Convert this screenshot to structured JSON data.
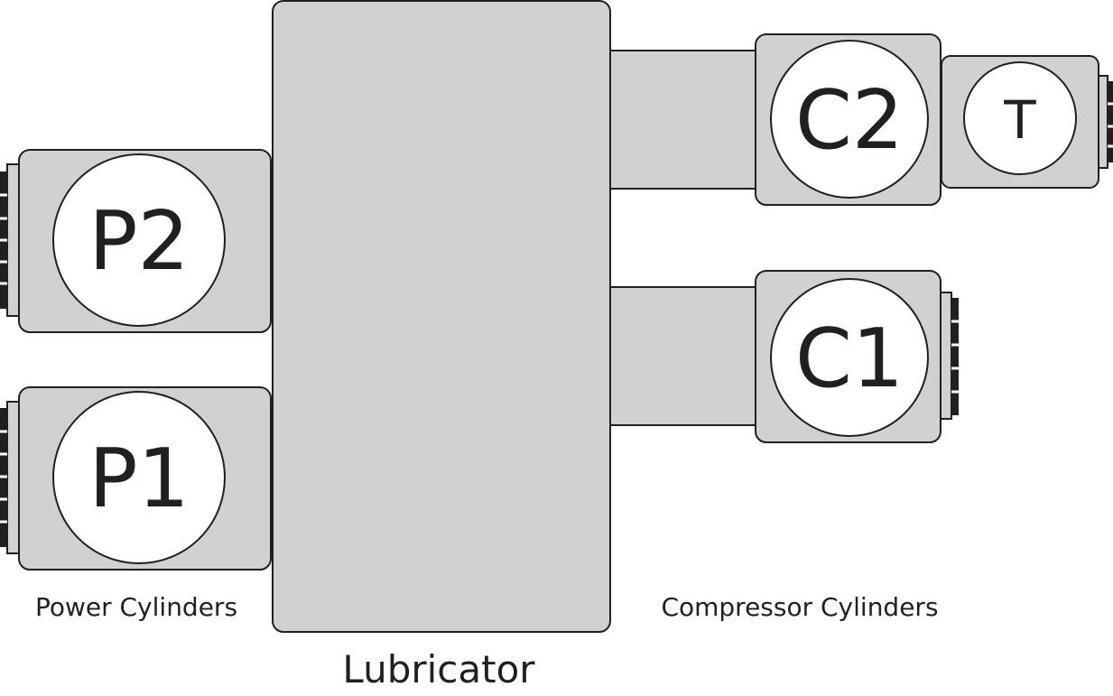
{
  "colors": {
    "body_fill": "#d1d1d1",
    "stroke": "#231f20",
    "circle_fill": "#ffffff",
    "text": "#231f20"
  },
  "labels": {
    "lubricator": "Lubricator",
    "power_group": "Power Cylinders",
    "compressor_group": "Compressor Cylinders"
  },
  "cylinders": [
    {
      "id": "p2",
      "label": "P2",
      "group": "power"
    },
    {
      "id": "p1",
      "label": "P1",
      "group": "power"
    },
    {
      "id": "c2",
      "label": "C2",
      "group": "compressor"
    },
    {
      "id": "c1",
      "label": "C1",
      "group": "compressor"
    },
    {
      "id": "t",
      "label": "T",
      "group": "compressor"
    }
  ]
}
